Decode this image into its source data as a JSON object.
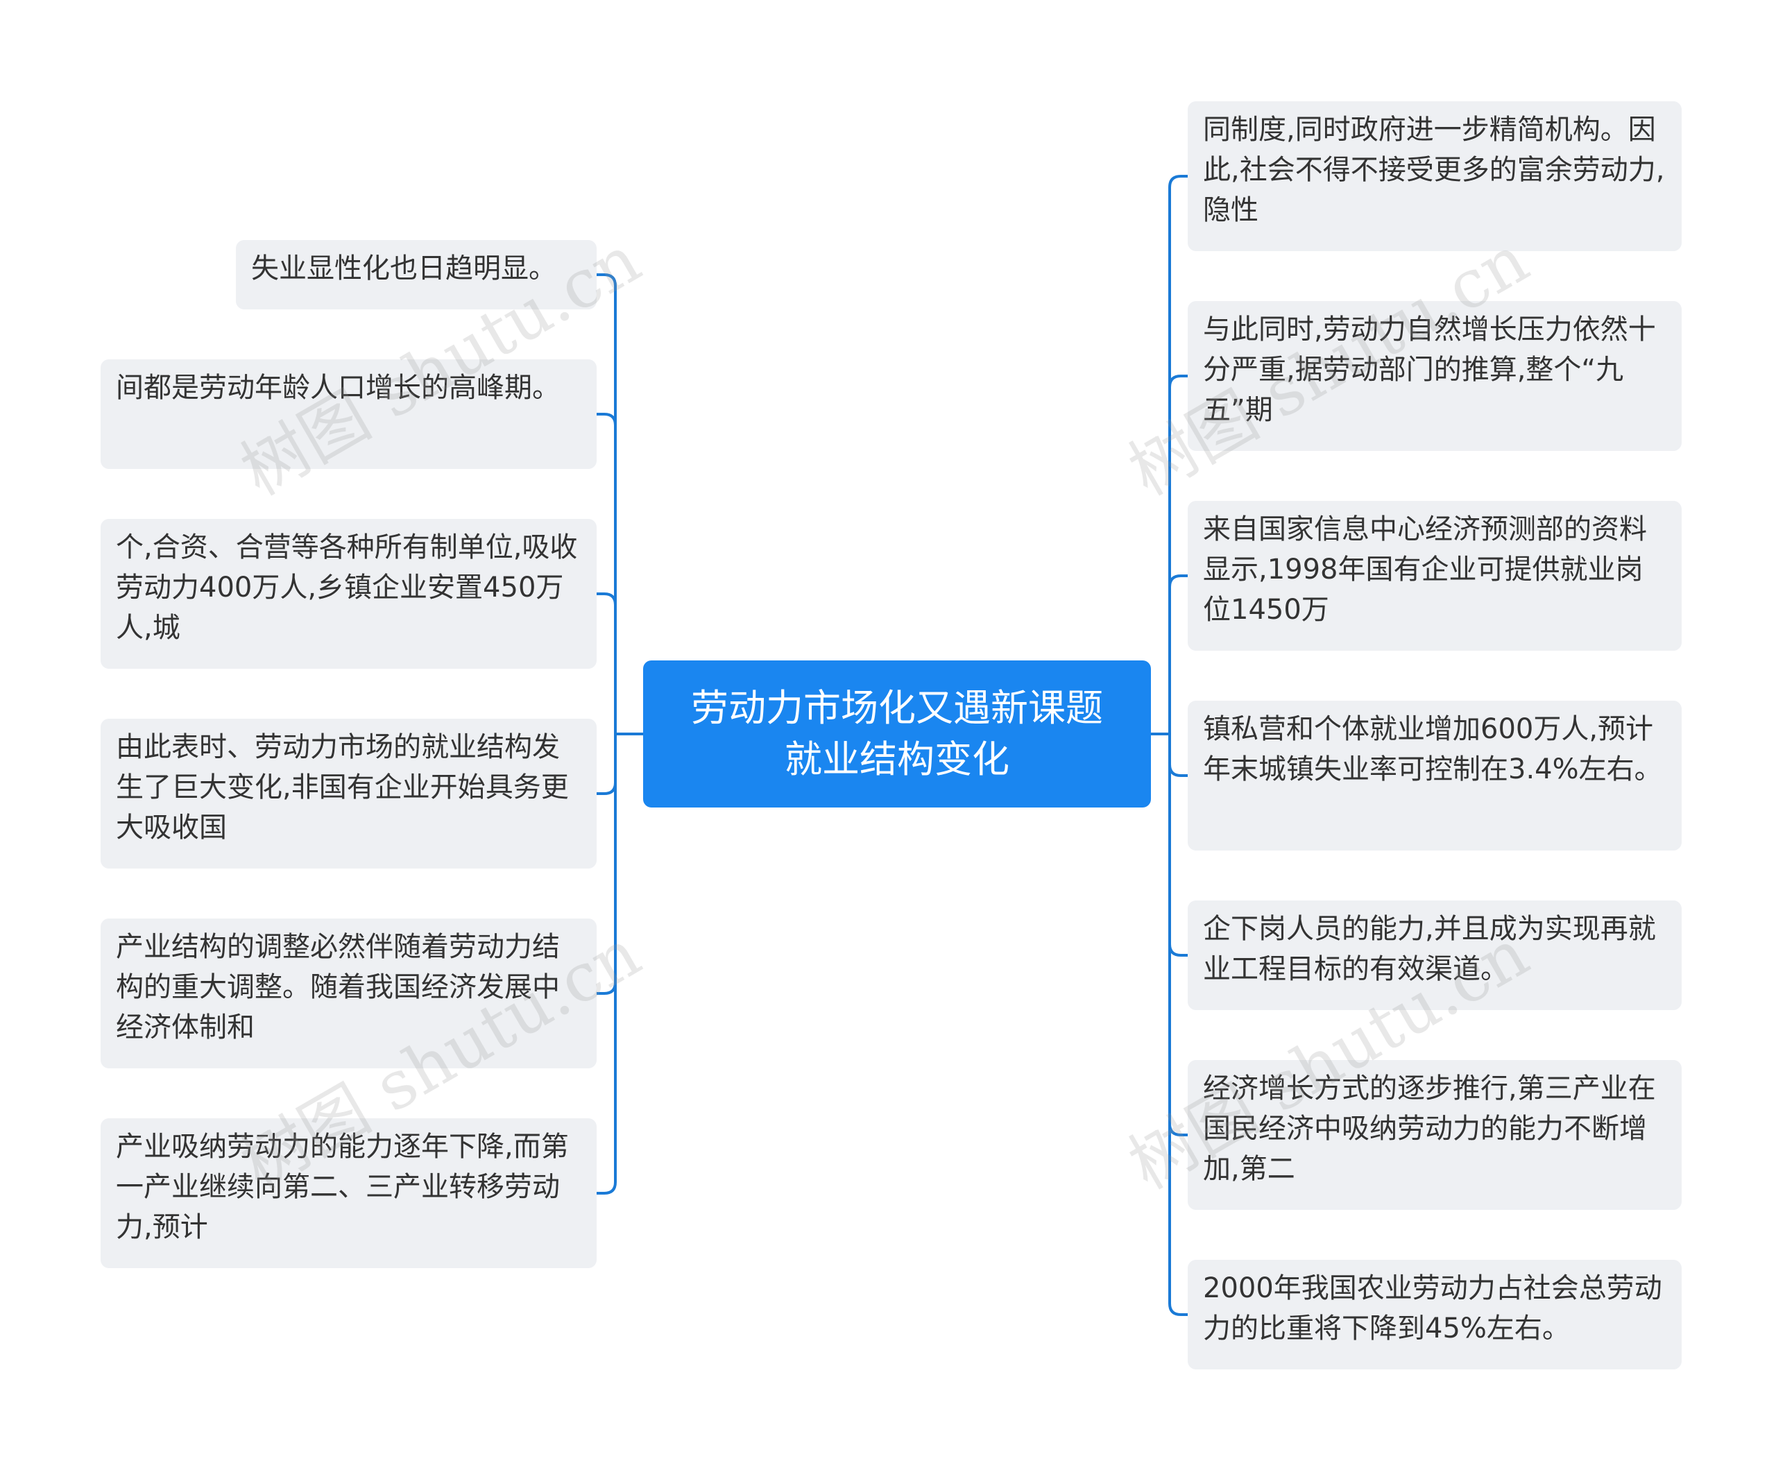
{
  "center": {
    "line1": "劳动力市场化又遇新课题",
    "line2": "就业结构变化"
  },
  "left_nodes": [
    {
      "text": "失业显性化也日趋明显。"
    },
    {
      "text": "间都是劳动年龄人口增长的高峰期。"
    },
    {
      "text": "个,合资、合营等各种所有制单位,吸收劳动力400万人,乡镇企业安置450万人,城"
    },
    {
      "text": "由此表时、劳动力市场的就业结构发生了巨大变化,非国有企业开始具务更大吸收国"
    },
    {
      "text": "产业结构的调整必然伴随着劳动力结构的重大调整。随着我国经济发展中经济体制和"
    },
    {
      "text": "产业吸纳劳动力的能力逐年下降,而第一产业继续向第二、三产业转移劳动力,预计"
    }
  ],
  "right_nodes": [
    {
      "text": "同制度,同时政府进一步精简机构。因此,社会不得不接受更多的富余劳动力,隐性"
    },
    {
      "text": "与此同时,劳动力自然增长压力依然十分严重,据劳动部门的推算,整个“九五”期"
    },
    {
      "text": "来自国家信息中心经济预测部的资料显示,1998年国有企业可提供就业岗位1450万"
    },
    {
      "text": "镇私营和个体就业增加600万人,预计年末城镇失业率可控制在3.4%左右。"
    },
    {
      "text": "企下岗人员的能力,并且成为实现再就业工程目标的有效渠道。"
    },
    {
      "text": "经济增长方式的逐步推行,第三产业在国民经济中吸纳劳动力的能力不断增加,第二"
    },
    {
      "text": "2000年我国农业劳动力占社会总劳动力的比重将下降到45%左右。"
    }
  ],
  "watermarks": [
    "树图 shutu.cn",
    "树图 shutu.cn",
    "树图 shutu.cn",
    "树图 shutu.cn"
  ],
  "colors": {
    "accent": "#1a86f0",
    "connector": "#1a7ad6",
    "node_bg": "#eef0f3",
    "text": "#333333"
  }
}
